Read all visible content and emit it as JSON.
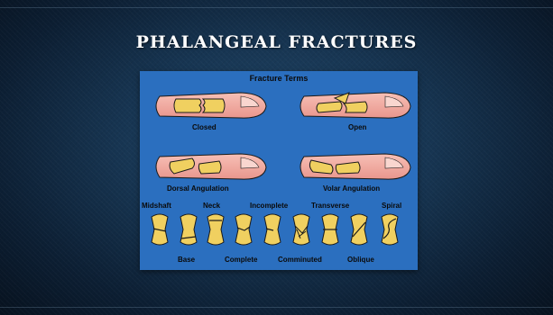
{
  "slide": {
    "title": "PHALANGEAL FRACTURES"
  },
  "figure": {
    "heading": "Fracture Terms",
    "finger_labels": {
      "closed": "Closed",
      "open": "Open",
      "dorsal": "Dorsal Angulation",
      "volar": "Volar Angulation"
    },
    "bone_labels_top": {
      "midshaft": "Midshaft",
      "neck": "Neck",
      "incomplete": "Incomplete",
      "transverse": "Transverse",
      "spiral": "Spiral"
    },
    "bone_labels_bottom": {
      "base": "Base",
      "complete": "Complete",
      "comminuted": "Comminuted",
      "oblique": "Oblique"
    },
    "colors": {
      "background": "#2b6fbf",
      "finger": "#f2a8a0",
      "bone": "#f0d060",
      "outline": "#1a1a1a"
    }
  }
}
